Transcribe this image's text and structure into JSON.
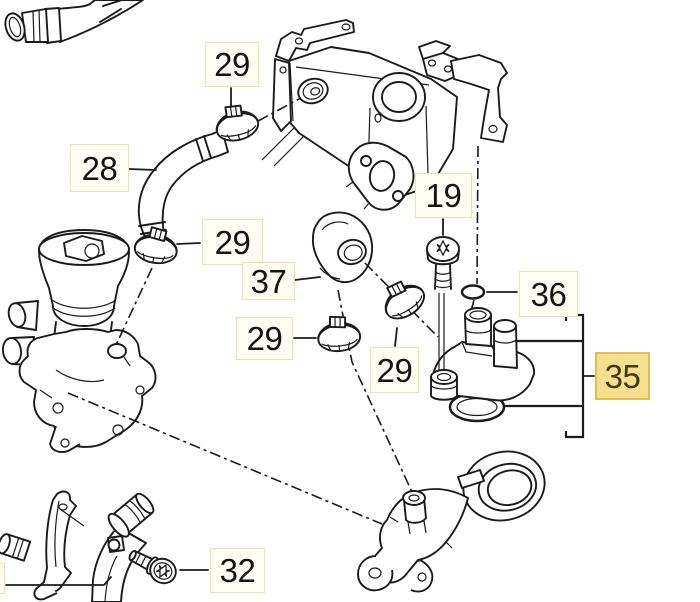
{
  "diagram": {
    "title": "parts-diagram",
    "callouts": [
      {
        "id": "29a",
        "text": "29",
        "highlighted": false
      },
      {
        "id": "28",
        "text": "28",
        "highlighted": false
      },
      {
        "id": "29b",
        "text": "29",
        "highlighted": false
      },
      {
        "id": "37",
        "text": "37",
        "highlighted": false
      },
      {
        "id": "19",
        "text": "19",
        "highlighted": false
      },
      {
        "id": "36",
        "text": "36",
        "highlighted": false
      },
      {
        "id": "29c",
        "text": "29",
        "highlighted": false
      },
      {
        "id": "29d",
        "text": "29",
        "highlighted": false
      },
      {
        "id": "35",
        "text": "35",
        "highlighted": true
      },
      {
        "id": "32",
        "text": "32",
        "highlighted": false
      }
    ],
    "colors": {
      "background": "#ffffff",
      "line": "#1b1b1b",
      "callout_bg": "#fffdf2",
      "callout_border": "#ece0b4",
      "highlight_bg": "#f6df8d",
      "highlight_border": "#ddbe55",
      "highlight_text": "#43380f",
      "text": "#141414"
    }
  }
}
